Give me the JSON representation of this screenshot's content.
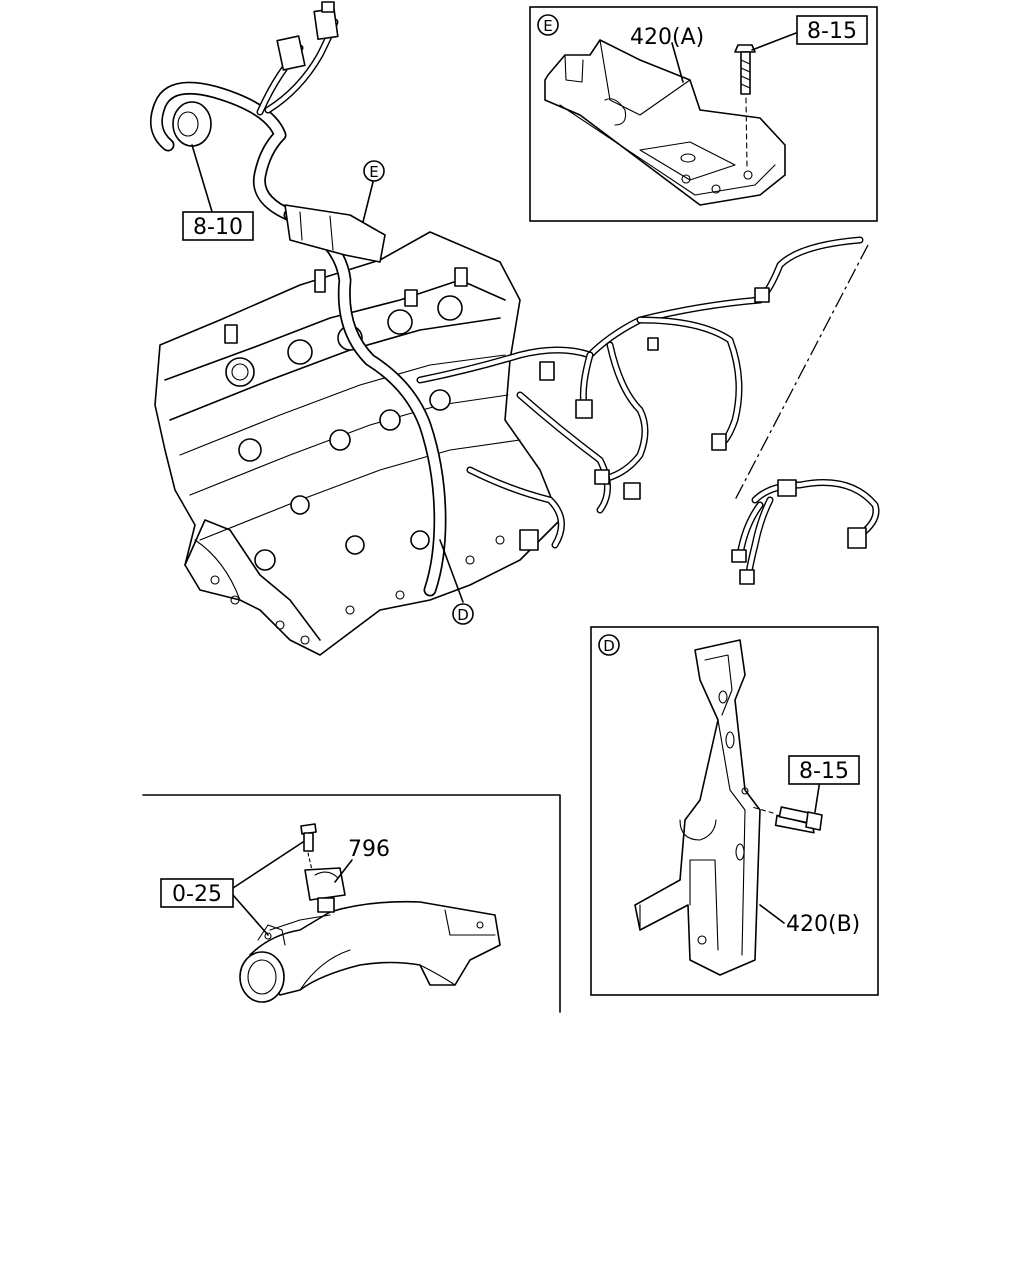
{
  "callouts": {
    "ref_8_10": "8-10",
    "ref_8_15_top": "8-15",
    "ref_8_15_detail": "8-15",
    "ref_0_25": "0-25",
    "part_796": "796",
    "part_420a": "420(A)",
    "part_420b": "420(B)",
    "view_e": "E",
    "view_d": "D",
    "detail_e_tag": "E",
    "detail_d_tag": "D"
  }
}
